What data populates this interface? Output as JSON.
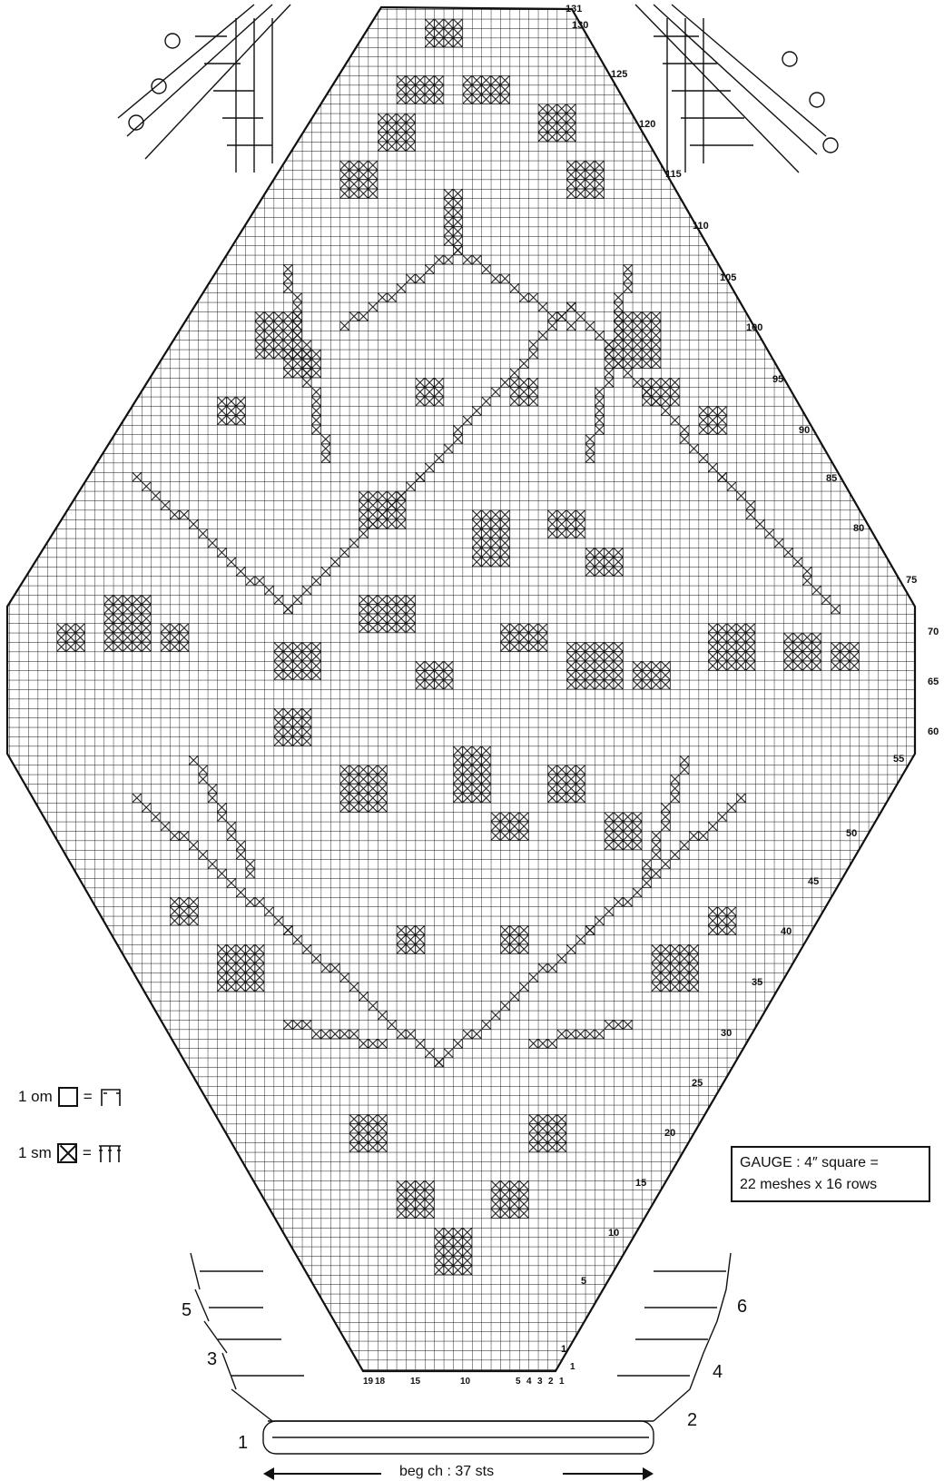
{
  "legend": {
    "open_mesh_label": "1 om",
    "solid_mesh_label": "1 sm",
    "equals": "="
  },
  "gauge": {
    "line1": "GAUGE : 4″ square =",
    "line2": "22 meshes x 16 rows"
  },
  "beginning_chain": "beg ch : 37 sts",
  "row_numbers": [
    "131",
    "130",
    "125",
    "120",
    "115",
    "110",
    "105",
    "100",
    "95",
    "90",
    "85",
    "80",
    "75",
    "70",
    "65",
    "60",
    "55",
    "50",
    "45",
    "40",
    "35",
    "30",
    "25",
    "20",
    "15",
    "10",
    "5",
    "1"
  ],
  "column_numbers": [
    "19",
    "18",
    "15",
    "10",
    "5",
    "4",
    "3",
    "2",
    "1",
    "1"
  ],
  "step_numbers_left": [
    "1",
    "3",
    "5"
  ],
  "step_numbers_right": [
    "2",
    "4",
    "6"
  ],
  "colors": {
    "ink": "#111111",
    "paper": "#ffffff"
  }
}
